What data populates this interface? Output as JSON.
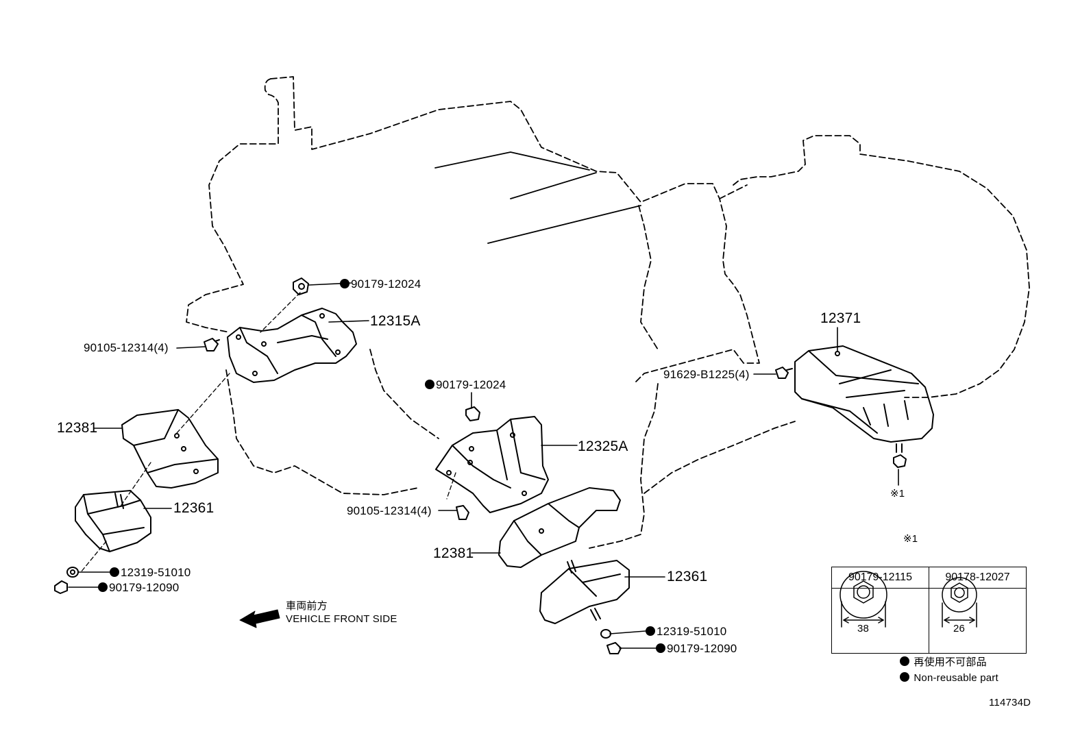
{
  "parts": {
    "p_12315A": "12315A",
    "p_90179_12024_a": "90179-12024",
    "p_90105_12314_a": "90105-12314(4)",
    "p_12381_left": "12381",
    "p_12361_left": "12361",
    "p_12319_51010_left": "12319-51010",
    "p_90179_12090_left": "90179-12090",
    "p_90179_12024_b": "90179-12024",
    "p_12325A": "12325A",
    "p_90105_12314_b": "90105-12314(4)",
    "p_12381_right": "12381",
    "p_12361_right": "12361",
    "p_12319_51010_right": "12319-51010",
    "p_90179_12090_right": "90179-12090",
    "p_12371": "12371",
    "p_91629_B1225": "91629-B1225(4)",
    "ref_mark": "※1"
  },
  "direction": {
    "jp": "車両前方",
    "en": "VEHICLE FRONT SIDE",
    "arrow_icon": "left-arrow-icon"
  },
  "ref_table": {
    "title": "※1",
    "col1_part": "90179-12115",
    "col1_size": "38",
    "col2_part": "90178-12027",
    "col2_size": "26"
  },
  "legend": {
    "jp": "再使用不可部品",
    "en": "Non-reusable part"
  },
  "figure_id": "114734D"
}
